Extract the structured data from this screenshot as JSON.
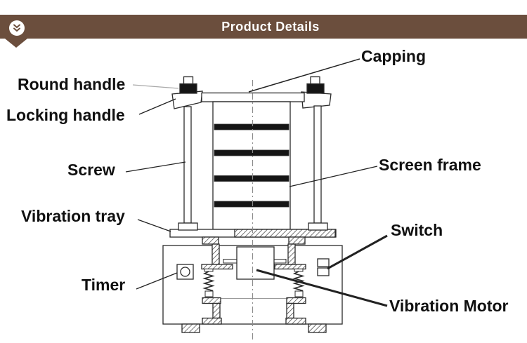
{
  "header": {
    "title": "Product Details",
    "icon": "double-chevron-down",
    "bar_color": "#6B4E3D",
    "title_color": "#FFFFFF"
  },
  "diagram": {
    "type": "labeled-technical-diagram",
    "subject": "vibrating sieve shaker cross-section",
    "line_color": "#2B2B2B",
    "label_color": "#101010",
    "background": "#FFFFFF",
    "labels": {
      "capping": "Capping",
      "round_handle": "Round handle",
      "locking_handle": "Locking handle",
      "screw": "Screw",
      "vibration_tray": "Vibration tray",
      "screen_frame": "Screen frame",
      "switch": "Switch",
      "timer": "Timer",
      "vibration_motor": "Vibration Motor"
    }
  }
}
